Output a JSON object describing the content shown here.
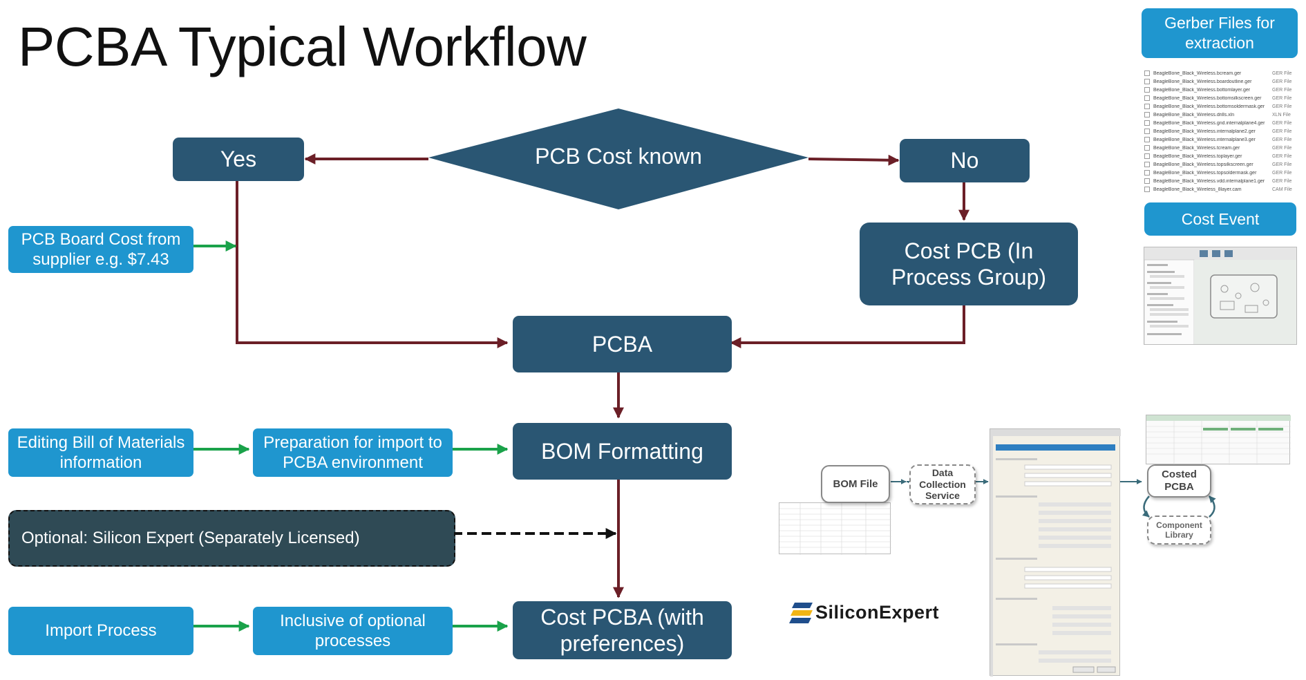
{
  "title": "PCBA Typical Workflow",
  "flow": {
    "decision": "PCB Cost known",
    "yes": "Yes",
    "no": "No",
    "board_cost": "PCB Board Cost from supplier e.g. $7.43",
    "cost_pcb": "Cost PCB (In Process Group)",
    "pcba": "PCBA",
    "editing_bom": "Editing Bill of Materials information",
    "preparation": "Preparation for import to PCBA environment",
    "bom_formatting": "BOM Formatting",
    "optional": "Optional: Silicon Expert (Separately Licensed)",
    "import_process": "Import Process",
    "inclusive": "Inclusive of optional processes",
    "cost_pcba": "Cost PCBA (with preferences)"
  },
  "side": {
    "gerber_title": "Gerber Files for extraction",
    "cost_event": "Cost Event",
    "gerber_files": [
      {
        "name": "BeagleBone_Black_Wireless.bcream.ger",
        "type": "GER File"
      },
      {
        "name": "BeagleBone_Black_Wireless.boardoutline.ger",
        "type": "GER File"
      },
      {
        "name": "BeagleBone_Black_Wireless.bottomlayer.ger",
        "type": "GER File"
      },
      {
        "name": "BeagleBone_Black_Wireless.bottomsilkscreen.ger",
        "type": "GER File"
      },
      {
        "name": "BeagleBone_Black_Wireless.bottomsoldermask.ger",
        "type": "GER File"
      },
      {
        "name": "BeagleBone_Black_Wireless.drills.xln",
        "type": "XLN File"
      },
      {
        "name": "BeagleBone_Black_Wireless.gnd.internalplane4.ger",
        "type": "GER File"
      },
      {
        "name": "BeagleBone_Black_Wireless.internalplane2.ger",
        "type": "GER File"
      },
      {
        "name": "BeagleBone_Black_Wireless.internalplane3.ger",
        "type": "GER File"
      },
      {
        "name": "BeagleBone_Black_Wireless.tcream.ger",
        "type": "GER File"
      },
      {
        "name": "BeagleBone_Black_Wireless.toplayer.ger",
        "type": "GER File"
      },
      {
        "name": "BeagleBone_Black_Wireless.topsilkscreen.ger",
        "type": "GER File"
      },
      {
        "name": "BeagleBone_Black_Wireless.topsoldermask.ger",
        "type": "GER File"
      },
      {
        "name": "BeagleBone_Black_Wireless.vdd.internalplane1.ger",
        "type": "GER File"
      },
      {
        "name": "BeagleBone_Black_Wireless_8layer.cam",
        "type": "CAM File"
      }
    ]
  },
  "process_illustration": {
    "bom_file": "BOM File",
    "data_collection": "Data Collection Service",
    "costed_pcba": "Costed PCBA",
    "component_library": "Component Library"
  },
  "logo": {
    "text": "SiliconExpert"
  },
  "colors": {
    "navy": "#2a5673",
    "cyan": "#1f96cf",
    "arrow_dark": "#6b1f27",
    "arrow_green": "#1aa24a",
    "optional_box": "#2f4a55"
  }
}
